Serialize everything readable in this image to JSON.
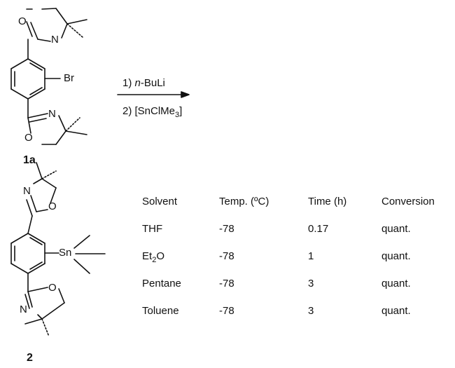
{
  "reaction": {
    "steps": [
      "1) n-BuLi",
      "2) [SnClMe3]"
    ],
    "step1_number": "1) ",
    "step1_reagent_prefix": "n",
    "step1_reagent_rest": "-BuLi",
    "step2_main": "2) [SnClMe",
    "step2_sub": "3",
    "step2_end": "]"
  },
  "reactant": {
    "id": "1a",
    "atom_O_top": "O",
    "atom_N_top": "N",
    "atom_Br": "Br",
    "atom_N_bottom": "N",
    "atom_O_bottom": "O"
  },
  "product": {
    "id": "2",
    "atom_N_top": "N",
    "atom_O_top": "O",
    "atom_Sn": "Sn",
    "atom_O_bottom": "O",
    "atom_N_bottom": "N"
  },
  "table": {
    "headers": [
      "Solvent",
      "Temp. (ºC)",
      "Time (h)",
      "Conversion"
    ],
    "rows": [
      {
        "solvent": "THF",
        "temp": "-78",
        "time": "0.17",
        "conversion": "quant."
      },
      {
        "solvent_main": "Et",
        "solvent_sub": "2",
        "solvent_end": "O",
        "temp": "-78",
        "time": "1",
        "conversion": "quant."
      },
      {
        "solvent": "Pentane",
        "temp": "-78",
        "time": "3",
        "conversion": "quant."
      },
      {
        "solvent": "Toluene",
        "temp": "-78",
        "time": "3",
        "conversion": "quant."
      }
    ]
  },
  "colors": {
    "ink": "#111111",
    "background": "#ffffff"
  }
}
